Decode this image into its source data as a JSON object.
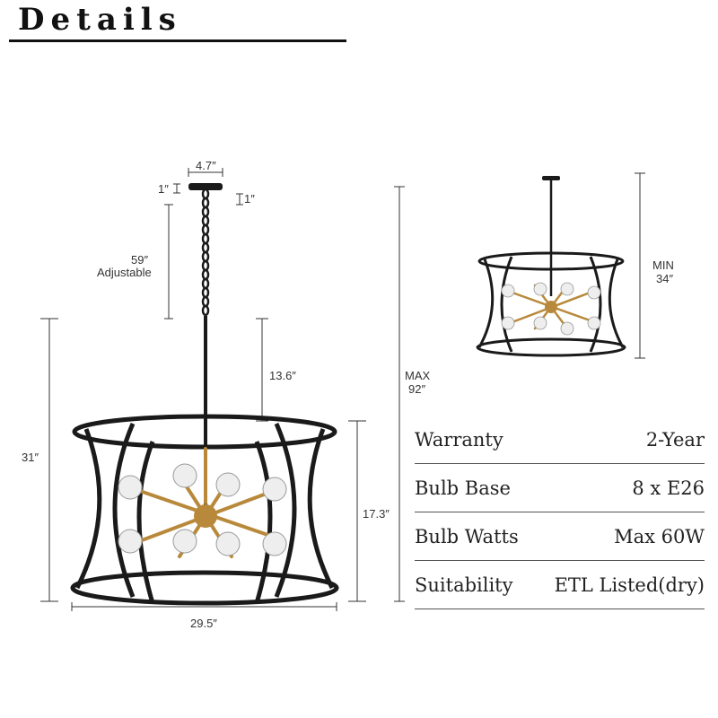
{
  "header": {
    "title": "Details"
  },
  "dimensions": {
    "canopy_width": "4.7″",
    "canopy_height_left": "1″",
    "canopy_height_right": "1″",
    "chain_length": "59″",
    "chain_note": "Adjustable",
    "rod_length": "13.6″",
    "total_height": "31″",
    "shade_height": "17.3″",
    "shade_width": "29.5″",
    "max_height_label": "MAX",
    "max_height_value": "92″",
    "min_height_label": "MIN",
    "min_height_value": "34″"
  },
  "specs": [
    {
      "label": "Warranty",
      "value": "2-Year"
    },
    {
      "label": "Bulb Base",
      "value": "8 x E26"
    },
    {
      "label": "Bulb Watts",
      "value": "Max 60W"
    },
    {
      "label": "Suitability",
      "value": "ETL Listed(dry)"
    }
  ],
  "colors": {
    "frame": "#1a1a1a",
    "brass": "#b8893a",
    "bulb": "#eeeeee",
    "dimension_line": "#333333"
  }
}
